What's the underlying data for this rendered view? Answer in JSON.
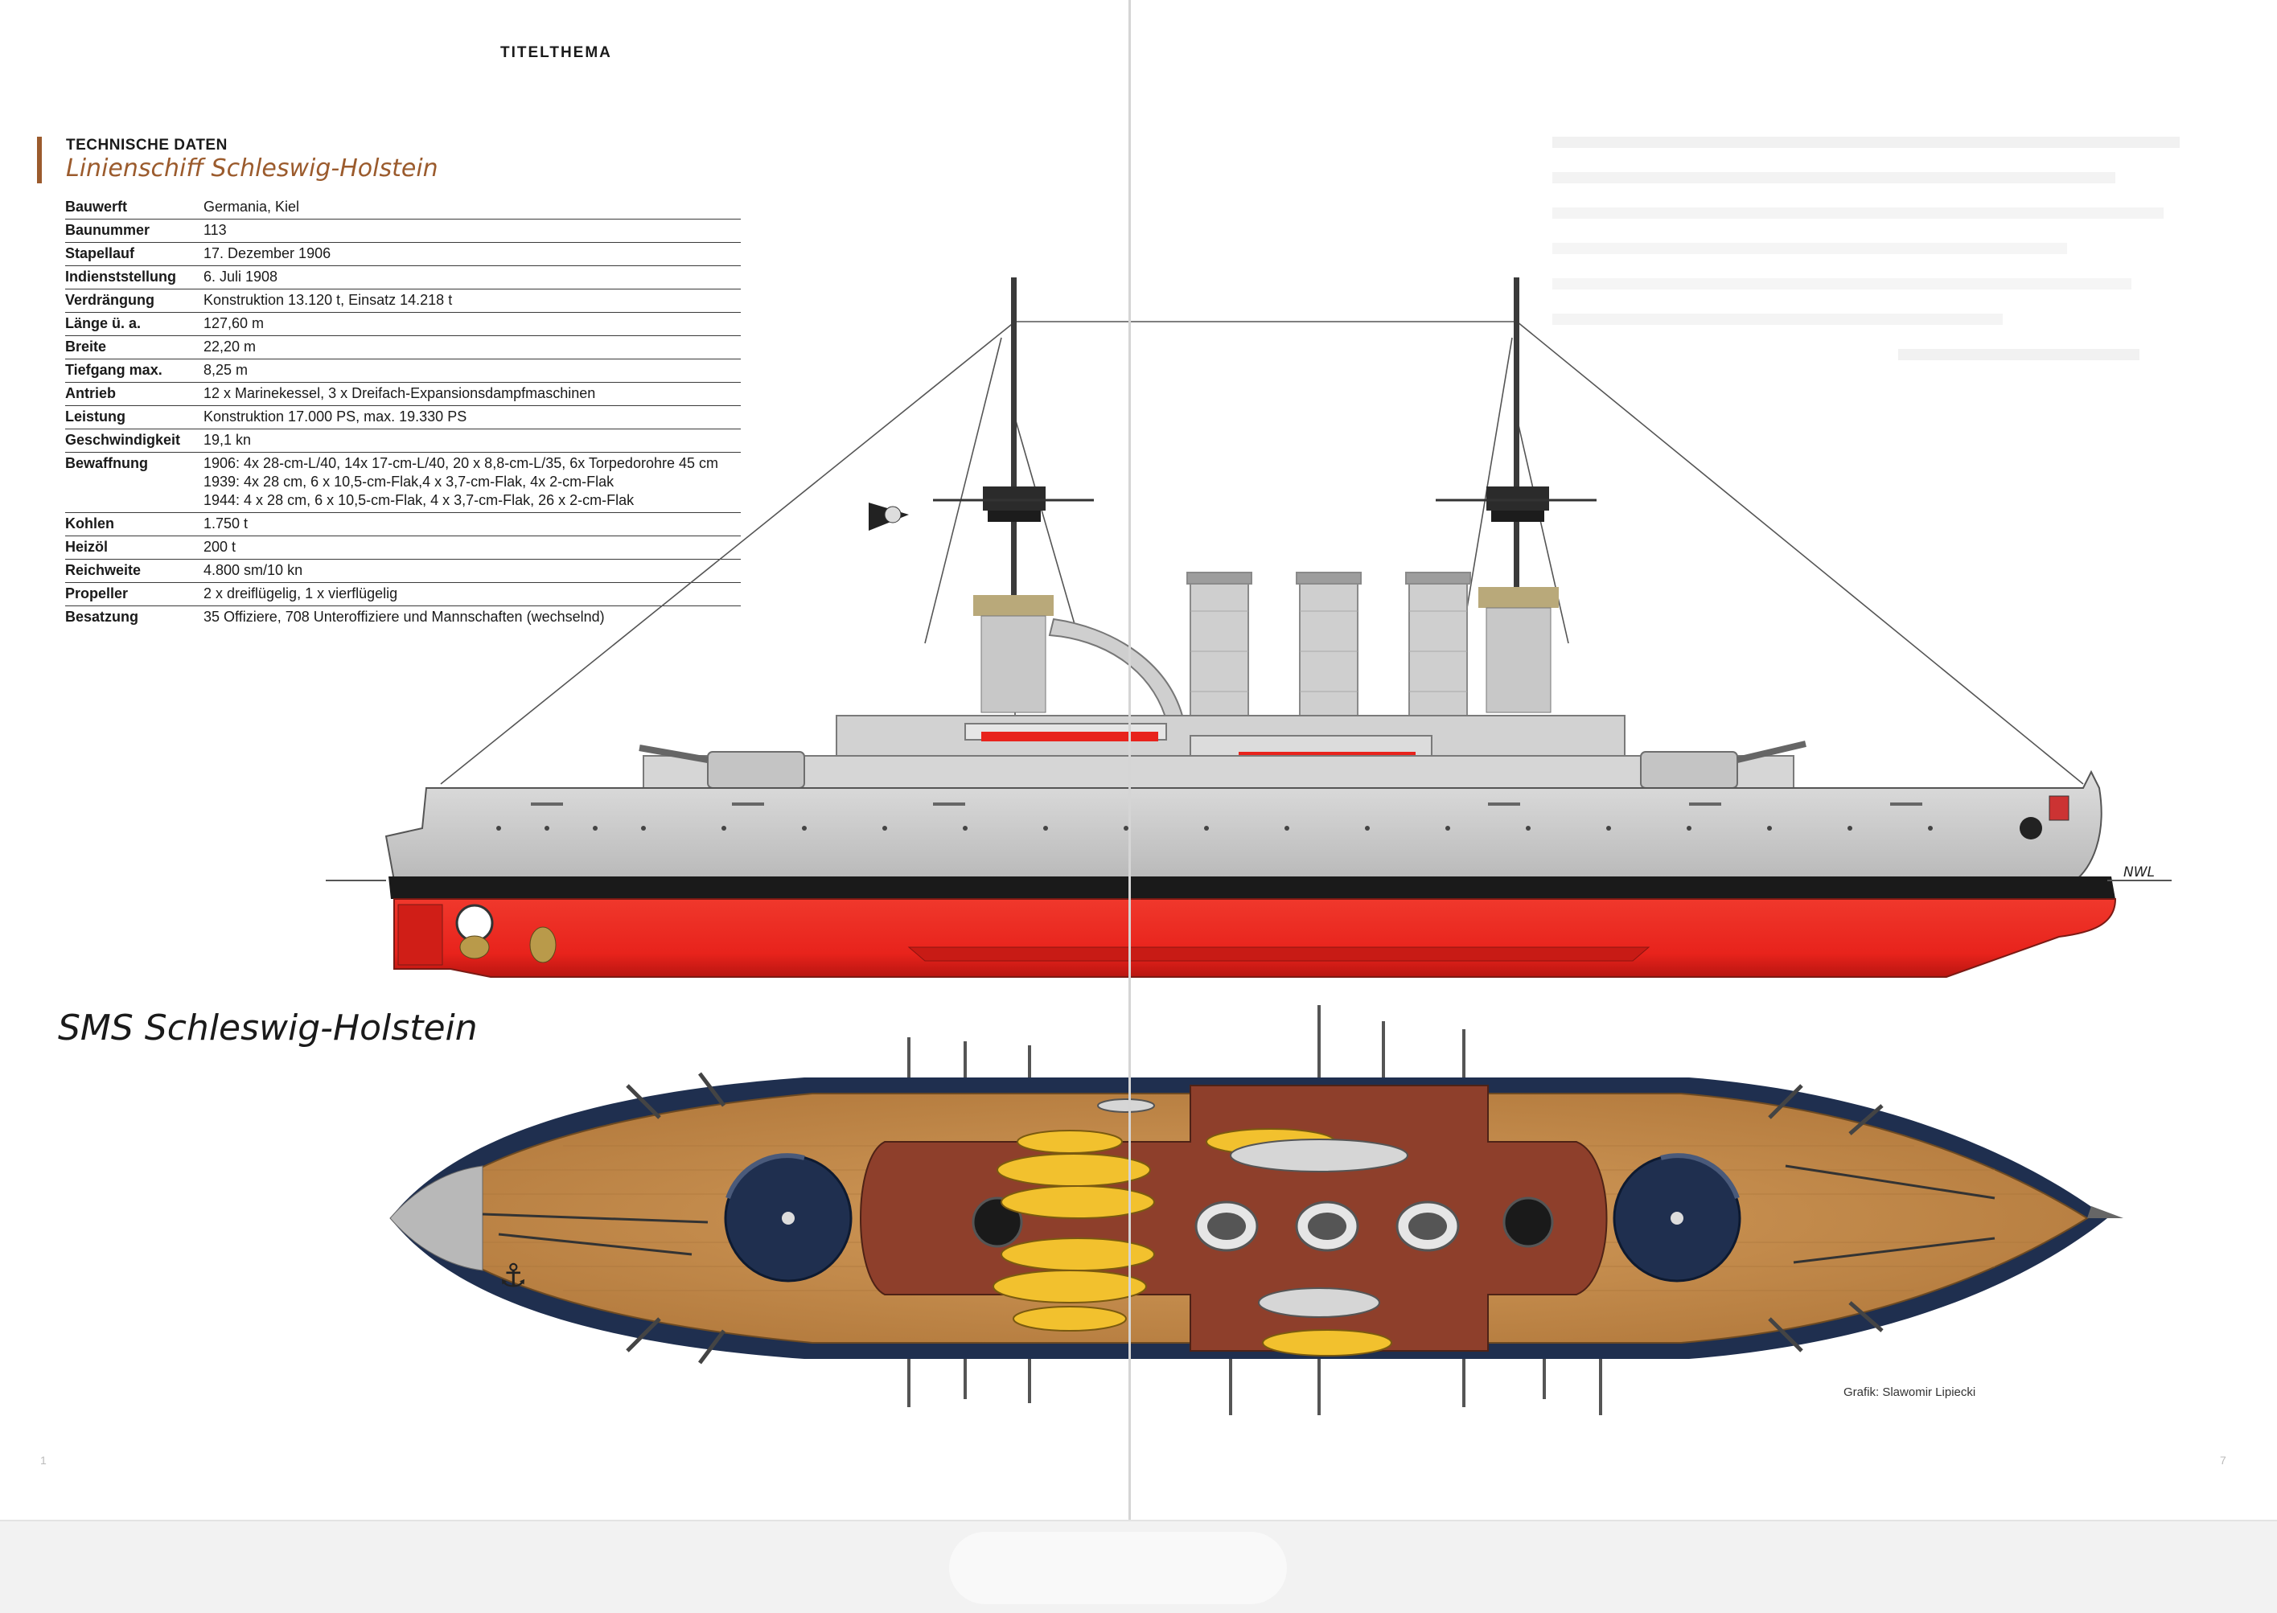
{
  "header": {
    "section": "TITELTHEMA"
  },
  "tech": {
    "label": "TECHNISCHE DATEN",
    "title": "Linienschiff Schleswig-Holstein",
    "specs": [
      {
        "key": "Bauwerft",
        "value": "Germania, Kiel"
      },
      {
        "key": "Baunummer",
        "value": "113"
      },
      {
        "key": "Stapellauf",
        "value": "17. Dezember 1906"
      },
      {
        "key": "Indienststellung",
        "value": "6. Juli 1908"
      },
      {
        "key": "Verdrängung",
        "value": "Konstruktion 13.120 t, Einsatz 14.218 t"
      },
      {
        "key": "Länge ü. a.",
        "value": "127,60 m"
      },
      {
        "key": "Breite",
        "value": "22,20 m"
      },
      {
        "key": "Tiefgang max.",
        "value": "8,25 m"
      },
      {
        "key": "Antrieb",
        "value": "12 x Marinekessel, 3 x Dreifach-Expansionsdampfmaschinen"
      },
      {
        "key": "Leistung",
        "value": "Konstruktion 17.000 PS, max. 19.330 PS"
      },
      {
        "key": "Geschwindigkeit",
        "value": "19,1 kn"
      },
      {
        "key": "Bewaffnung",
        "value": "1906: 4x 28-cm-L/40, 14x 17-cm-L/40, 20 x 8,8-cm-L/35, 6x Torpedorohre 45 cm",
        "value2": "1939: 4x 28 cm, 6 x 10,5-cm-Flak,4 x 3,7-cm-Flak, 4x 2-cm-Flak",
        "value3": "1944: 4 x 28 cm, 6 x 10,5-cm-Flak, 4 x 3,7-cm-Flak, 26 x 2-cm-Flak"
      },
      {
        "key": "Kohlen",
        "value": "1.750 t"
      },
      {
        "key": "Heizöl",
        "value": "200 t"
      },
      {
        "key": "Reichweite",
        "value": "4.800 sm/10 kn"
      },
      {
        "key": "Propeller",
        "value": "2 x dreiflügelig, 1 x vierflügelig"
      },
      {
        "key": "Besatzung",
        "value": "35 Offiziere, 708 Unteroffiziere und Mannschaften (wechselnd)"
      }
    ]
  },
  "drawing": {
    "ship_name": "SMS Schleswig-Holstein",
    "waterline_label": "NWL",
    "credit": "Grafik: Slawomir Lipiecki",
    "colors": {
      "hull_red": "#e8231c",
      "hull_grey": "#c9c9c9",
      "deck_wood": "#c8924f",
      "superstructure_brown": "#8e3f2b",
      "boats_yellow": "#f2c12e",
      "navy": "#1f2f4f",
      "accent_brown": "#9b5b2d"
    }
  },
  "footer": {
    "page_left": "1",
    "page_right": "7"
  }
}
